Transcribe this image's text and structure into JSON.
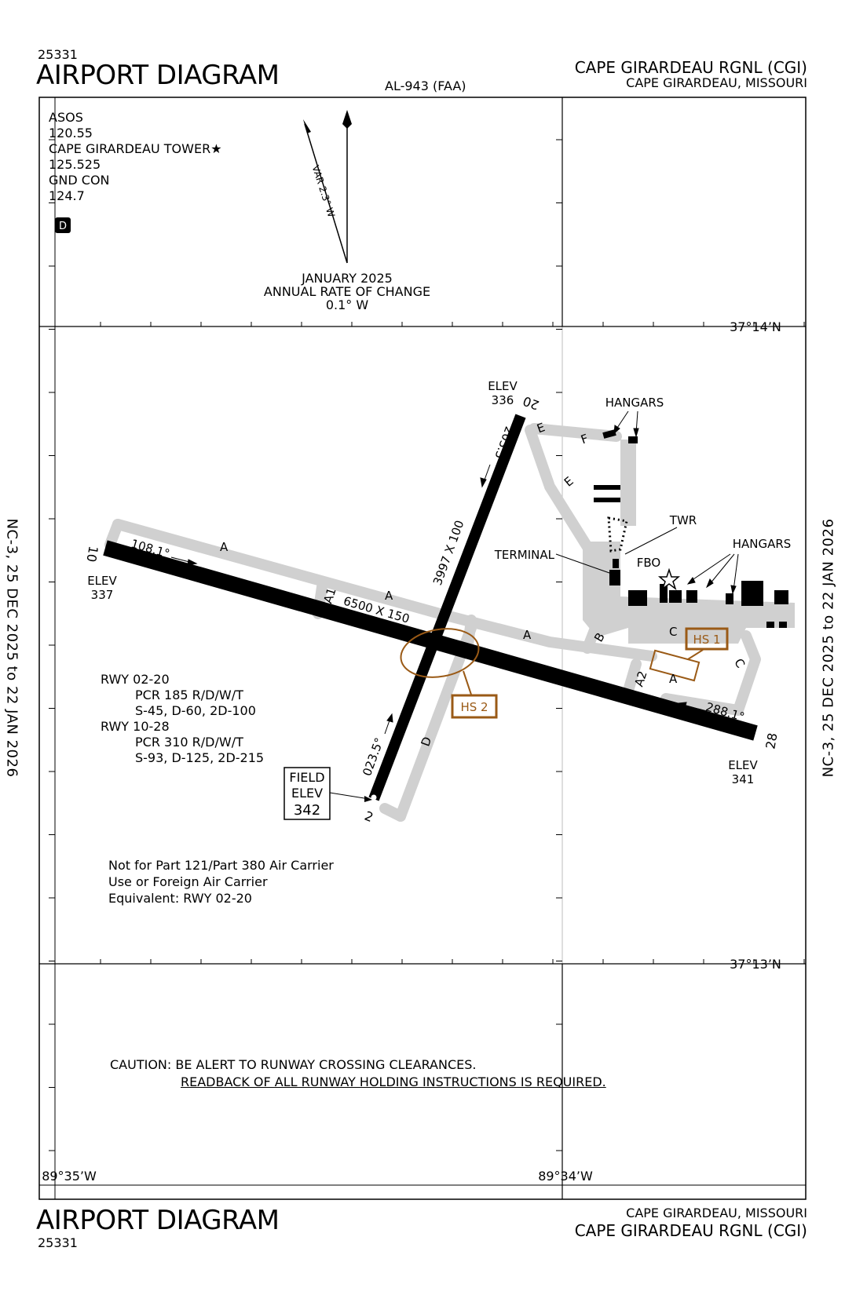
{
  "header": {
    "number": "25331",
    "title": "AIRPORT DIAGRAM",
    "center": "AL-943 (FAA)",
    "airport": "CAPE GIRARDEAU RGNL (CGI)",
    "city": "CAPE GIRARDEAU, MISSOURI"
  },
  "footer": {
    "number": "25331",
    "title": "AIRPORT DIAGRAM",
    "city": "CAPE GIRARDEAU, MISSOURI",
    "airport": "CAPE GIRARDEAU RGNL (CGI)"
  },
  "side_text": {
    "left": "NC-3,  25 DEC 2025  to  22 JAN 2026",
    "right": "NC-3,  25 DEC 2025  to  22 JAN 2026"
  },
  "comms": {
    "lines": [
      "ASOS",
      "120.55",
      "CAPE GIRARDEAU TOWER★",
      "125.525",
      "GND CON",
      "124.7"
    ],
    "badge": "D"
  },
  "variation": {
    "var_label": "VAR 2.3° W",
    "lines": [
      "JANUARY 2025",
      "ANNUAL RATE OF CHANGE",
      "0.1° W"
    ]
  },
  "coords": {
    "lat_top": "37°14’N",
    "lat_bottom": "37°13’N",
    "lon_left": "89°35’W",
    "lon_right": "89°34’W"
  },
  "runways": {
    "rwy_02_20": {
      "dims": "3997 X 100",
      "hdg_a": "023.5°",
      "hdg_b": "203.5°",
      "end_a": "2",
      "end_b": "20",
      "elev_b_label": "ELEV",
      "elev_b": "336"
    },
    "rwy_10_28": {
      "dims": "6500 X 150",
      "hdg_a": "108.1°",
      "hdg_b": "288.1°",
      "end_a": "10",
      "end_b": "28",
      "elev_a_label": "ELEV",
      "elev_a": "337",
      "elev_b_label": "ELEV",
      "elev_b": "341"
    }
  },
  "field_elev": [
    "FIELD",
    "ELEV",
    "342"
  ],
  "taxiways": {
    "A": "A",
    "A1": "A1",
    "A2": "A2",
    "B": "B",
    "C": "C",
    "D": "D",
    "E": "E",
    "F": "F"
  },
  "hotspots": {
    "hs1": "HS 1",
    "hs2": "HS 2"
  },
  "labels": {
    "hangars": "HANGARS",
    "terminal": "TERMINAL",
    "twr": "TWR",
    "fbo": "FBO"
  },
  "pcr": [
    "RWY 02-20",
    "PCR 185 R/D/W/T",
    "S-45, D-60, 2D-100",
    "RWY 10-28",
    "PCR 310 R/D/W/T",
    "S-93, D-125, 2D-215"
  ],
  "notes": [
    "Not for Part 121/Part 380 Air Carrier",
    "Use or Foreign Air Carrier",
    "Equivalent: RWY 02-20"
  ],
  "caution": {
    "line1": "CAUTION: BE ALERT TO RUNWAY CROSSING CLEARANCES.",
    "line2": "READBACK OF ALL RUNWAY HOLDING INSTRUCTIONS IS REQUIRED."
  },
  "colors": {
    "taxiway": "#cfcfcf",
    "runway": "#000000",
    "hotspot": "#9a5a16"
  }
}
